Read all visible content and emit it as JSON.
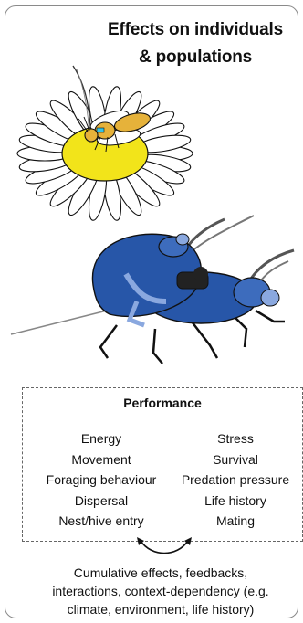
{
  "title": {
    "line1": "Effects on individuals",
    "line2": "& populations"
  },
  "performance": {
    "heading": "Performance",
    "left_items": [
      "Energy",
      "Movement",
      "Foraging behaviour",
      "Dispersal",
      "Nest/hive entry"
    ],
    "right_items": [
      "Stress",
      "Survival",
      "Predation pressure",
      "Life history",
      "Mating"
    ]
  },
  "footer": {
    "lines": [
      "Cumulative effects, feedbacks,",
      "interactions, context-dependency (e.g.",
      "climate, environment, life history)"
    ]
  },
  "colors": {
    "flower_center": "#f2e41a",
    "bee_body": "#e6b23a",
    "tag": "#33c3e6",
    "beetle_dark": "#2756a8",
    "beetle_light": "#8aa8df",
    "outline": "#111111"
  },
  "icons": {
    "flower": "daisy-icon",
    "bee": "tagged-bee-icon",
    "beetle": "tagged-beetle-icon",
    "cycle_arrow": "double-arrow-icon"
  }
}
